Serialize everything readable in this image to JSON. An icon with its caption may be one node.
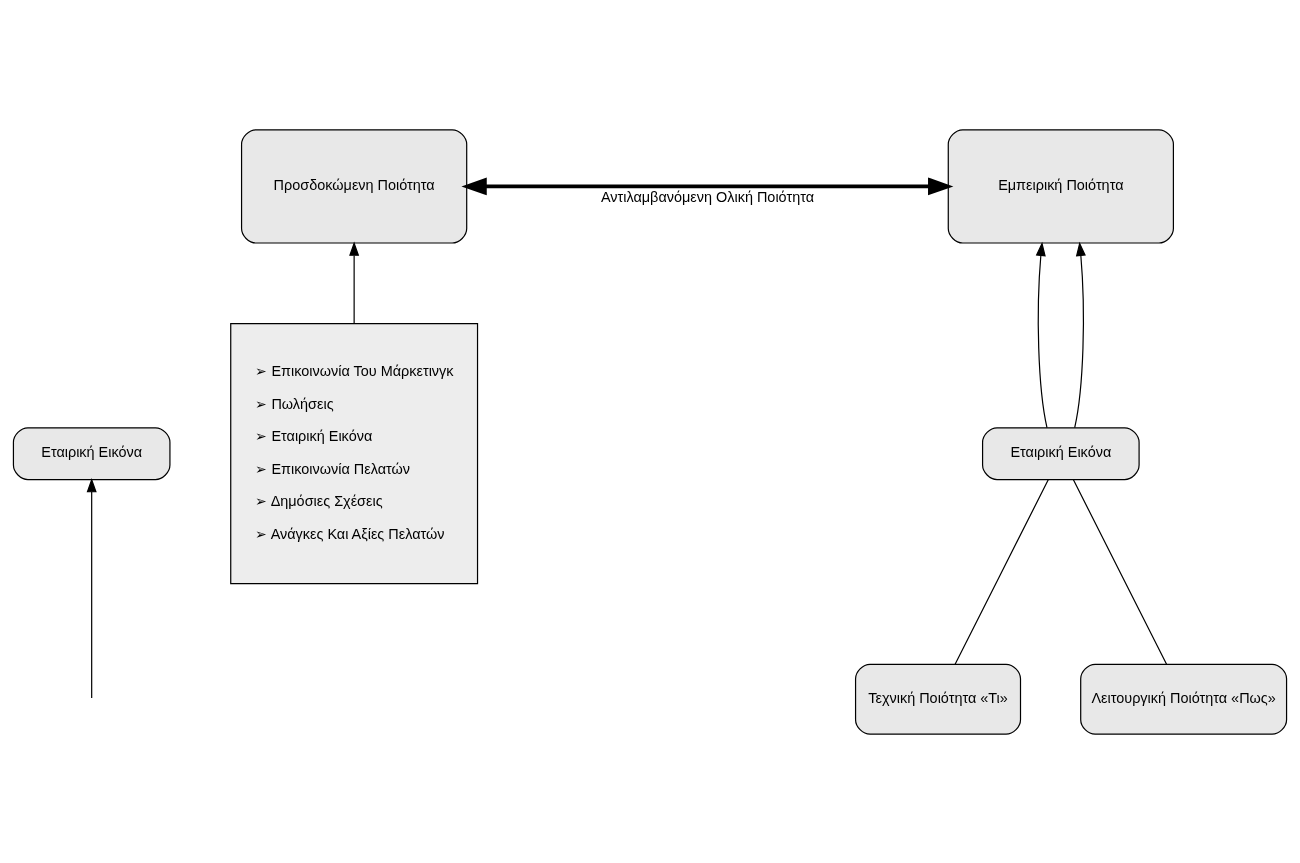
{
  "diagram": {
    "nodes": [
      {
        "text": [
          "Εταιρική Εικόνα"
        ]
      },
      {
        "text": [
          "Προσδοκώμενη Ποιότητα"
        ]
      },
      {
        "text": [
          "Εμπειρική Ποιότητα"
        ]
      },
      {
        "text": [
          "Εταιρική Εικόνα"
        ]
      },
      {
        "text": [
          "Τεχνική Ποιότητα «Τι»"
        ]
      },
      {
        "text": [
          "Λειτουργική Ποιότητα «Πως»"
        ]
      },
      {
        "text": [
          "➢ Επικοινωνία Του Μάρκετινγκ",
          "➢ Πωλήσεις",
          "➢ Εταιρική Εικόνα",
          "➢ Επικοινωνία Πελατών",
          "➢ Δημόσιες Σχέσεις",
          "➢ Ανάγκες Και Αξίες Πελατών"
        ]
      }
    ],
    "edges": [
      {
        "from": null,
        "to": 0,
        "arrow": "to"
      },
      {
        "from": 1,
        "to": 2,
        "arrow": "both",
        "label": "Αντιλαμβανόμενη Ολική Ποιότητα",
        "style": "thick"
      },
      {
        "from": 6,
        "to": 1,
        "arrow": "to"
      },
      {
        "from": 3,
        "to": 2,
        "arrow": "to"
      },
      {
        "from": 3,
        "to": 2,
        "arrow": "to"
      },
      {
        "from": 4,
        "to": 3,
        "arrow": "none"
      },
      {
        "from": 5,
        "to": 3,
        "arrow": "none"
      }
    ]
  }
}
